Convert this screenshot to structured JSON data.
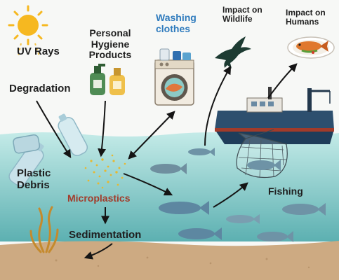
{
  "labels": {
    "uv_rays": "UV Rays",
    "degradation": "Degradation",
    "personal_hygiene_line1": "Personal",
    "personal_hygiene_line2": "Hygiene",
    "personal_hygiene_line3": "Products",
    "washing_line1": "Washing",
    "washing_line2": "clothes",
    "impact_wildlife_line1": "Impact on",
    "impact_wildlife_line2": "Wildlife",
    "impact_humans_line1": "Impact on",
    "impact_humans_line2": "Humans",
    "plastic_debris_line1": "Plastic",
    "plastic_debris_line2": "Debris",
    "microplastics": "Microplastics",
    "fishing": "Fishing",
    "sedimentation": "Sedimentation"
  },
  "colors": {
    "sky": "#f7f8f6",
    "water_top": "#bfe7e4",
    "water_bottom": "#5fb4b4",
    "seabed": "#cdaa82",
    "text_dark": "#1f1f1f",
    "washing_text": "#2f7bbd",
    "microplastics_text": "#a23b2a",
    "fish": "#6e93a6",
    "ship_hull": "#1f3d5a",
    "ship_red": "#a23b2a"
  },
  "icons": [
    "sun-icon",
    "bottle-icon",
    "washing-machine-icon",
    "bird-icon",
    "fish-plate-icon",
    "ship-icon",
    "net-icon",
    "seaweed-icon",
    "fish-icon"
  ]
}
